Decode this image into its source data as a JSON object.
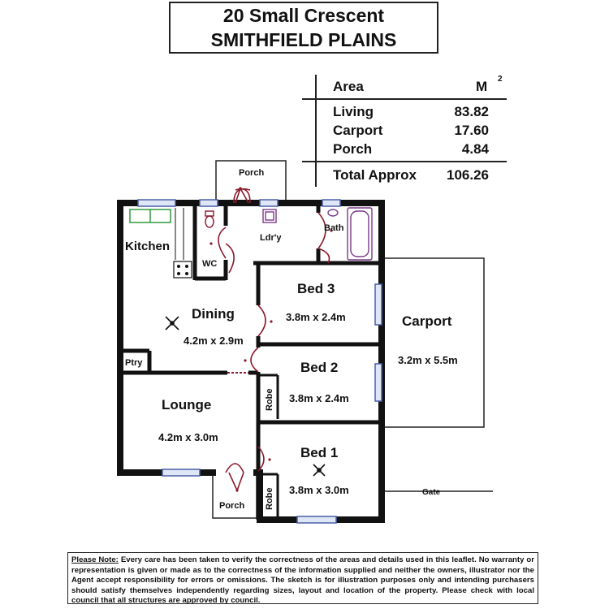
{
  "title": {
    "line1": "20 Small Crescent",
    "line2": "SMITHFIELD PLAINS"
  },
  "area_table": {
    "header_label": "Area",
    "header_unit": "M",
    "header_unit_sup": "2",
    "rows": [
      {
        "label": "Living",
        "value": "83.82"
      },
      {
        "label": "Carport",
        "value": "17.60"
      },
      {
        "label": "Porch",
        "value": "4.84"
      }
    ],
    "total": {
      "label": "Total Approx",
      "value": "106.26"
    }
  },
  "rooms": {
    "porch_top": "Porch",
    "kitchen": "Kitchen",
    "wc": "WC",
    "ldry": "Ldr'y",
    "bath": "Bath",
    "bed3": {
      "name": "Bed 3",
      "size": "3.8m x 2.4m"
    },
    "dining": {
      "name": "Dining",
      "size": "4.2m x 2.9m"
    },
    "carport": {
      "name": "Carport",
      "size": "3.2m x 5.5m"
    },
    "ptry": "Ptry",
    "bed2": {
      "name": "Bed 2",
      "size": "3.8m x 2.4m"
    },
    "robe_a": "Robe",
    "lounge": {
      "name": "Lounge",
      "size": "4.2m x 3.0m"
    },
    "bed1": {
      "name": "Bed 1",
      "size": "3.8m x 3.0m"
    },
    "robe_b": "Robe",
    "porch_bottom": "Porch",
    "gate": "Gate"
  },
  "note": {
    "heading": "Please Note:",
    "text": " Every care has been taken to verify the correctness of the areas and details used in this leaflet. No warranty or representation is given or made as to the correctness of the information supplied and neither the owners, illustrator nor the Agent accept responsibility for errors or omissions. The sketch is for illustration purposes only and intending purchasers should satisfy themselves independently regarding sizes, layout and location of the property. Please check with local council that all structures are approved by council."
  },
  "colors": {
    "wall": "#111111",
    "door": "#8b1a2b",
    "window": "#4a5fa8",
    "fixture": "#7a3a8a",
    "sink_green": "#2e9a3c"
  }
}
